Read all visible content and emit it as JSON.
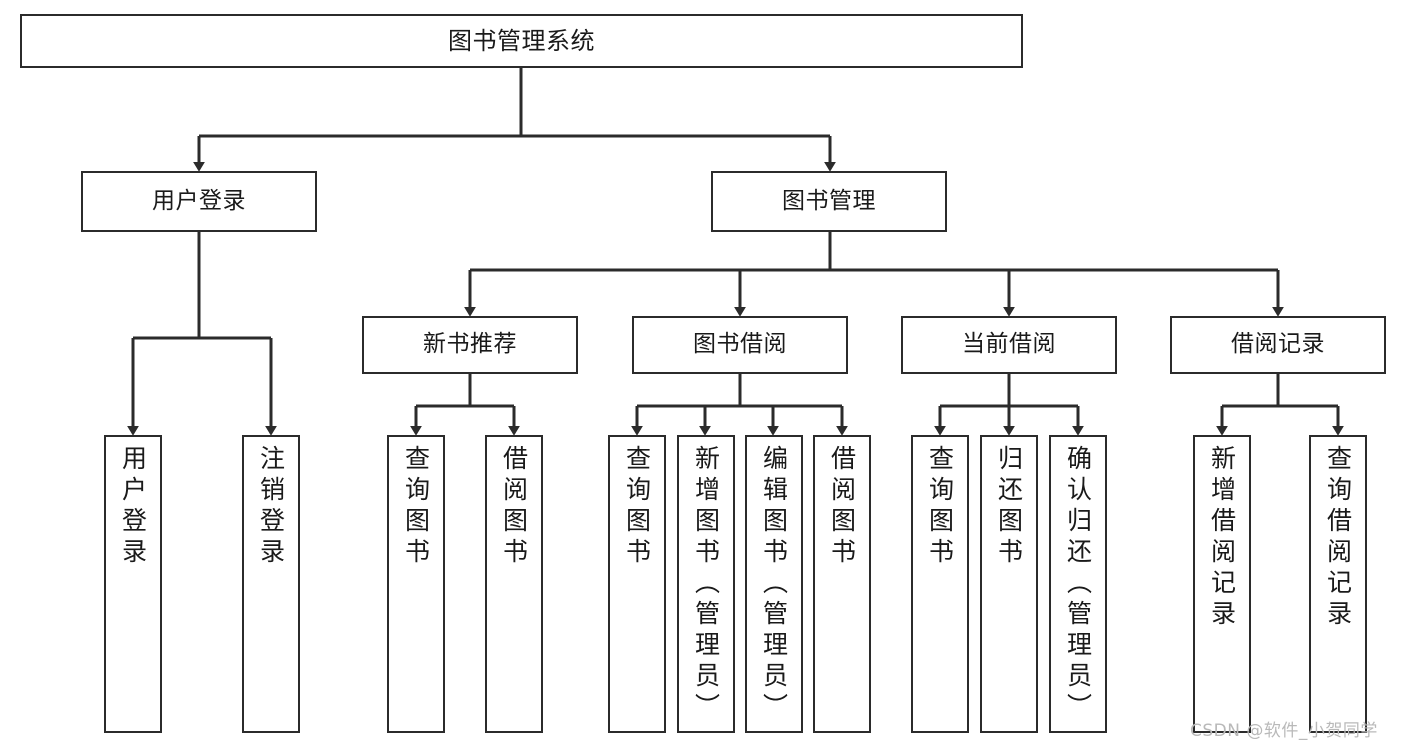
{
  "diagram": {
    "title": "图书管理系统",
    "type": "tree",
    "watermark": "CSDN @软件_小贺同学",
    "colors": {
      "stroke": "#2b2b2b",
      "fill": "#ffffff",
      "text": "#1a1a1a",
      "watermark": "#b9b9b9"
    },
    "levels": {
      "root": "图书管理系统",
      "level2": [
        "用户登录",
        "图书管理"
      ],
      "level3": [
        "新书推荐",
        "图书借阅",
        "当前借阅",
        "借阅记录"
      ]
    },
    "nodes": {
      "root": {
        "label": "图书管理系统"
      },
      "user_login": {
        "label": "用户登录"
      },
      "book_manage": {
        "label": "图书管理"
      },
      "new_book_rec": {
        "label": "新书推荐"
      },
      "book_borrow": {
        "label": "图书借阅"
      },
      "current_borrow": {
        "label": "当前借阅"
      },
      "borrow_record": {
        "label": "借阅记录"
      },
      "leaf_user_login": {
        "label": "用户登录"
      },
      "leaf_user_logout": {
        "label": "注销登录"
      },
      "leaf_rec_query": {
        "label": "查询图书"
      },
      "leaf_rec_borrow": {
        "label": "借阅图书"
      },
      "leaf_borrow_query": {
        "label": "查询图书"
      },
      "leaf_borrow_add": {
        "label": "新增图书（管理员）"
      },
      "leaf_borrow_edit": {
        "label": "编辑图书（管理员）"
      },
      "leaf_borrow_do": {
        "label": "借阅图书"
      },
      "leaf_cur_query": {
        "label": "查询图书"
      },
      "leaf_cur_return": {
        "label": "归还图书"
      },
      "leaf_cur_confirm": {
        "label": "确认归还（管理员）"
      },
      "leaf_rec_add": {
        "label": "新增借阅记录"
      },
      "leaf_rec_search": {
        "label": "查询借阅记录"
      }
    },
    "edges": [
      {
        "from": "root",
        "to": "user_login"
      },
      {
        "from": "root",
        "to": "book_manage"
      },
      {
        "from": "user_login",
        "to": "leaf_user_login"
      },
      {
        "from": "user_login",
        "to": "leaf_user_logout"
      },
      {
        "from": "book_manage",
        "to": "new_book_rec"
      },
      {
        "from": "book_manage",
        "to": "book_borrow"
      },
      {
        "from": "book_manage",
        "to": "current_borrow"
      },
      {
        "from": "book_manage",
        "to": "borrow_record"
      },
      {
        "from": "new_book_rec",
        "to": "leaf_rec_query"
      },
      {
        "from": "new_book_rec",
        "to": "leaf_rec_borrow"
      },
      {
        "from": "book_borrow",
        "to": "leaf_borrow_query"
      },
      {
        "from": "book_borrow",
        "to": "leaf_borrow_add"
      },
      {
        "from": "book_borrow",
        "to": "leaf_borrow_edit"
      },
      {
        "from": "book_borrow",
        "to": "leaf_borrow_do"
      },
      {
        "from": "current_borrow",
        "to": "leaf_cur_query"
      },
      {
        "from": "current_borrow",
        "to": "leaf_cur_return"
      },
      {
        "from": "current_borrow",
        "to": "leaf_cur_confirm"
      },
      {
        "from": "borrow_record",
        "to": "leaf_rec_add"
      },
      {
        "from": "borrow_record",
        "to": "leaf_rec_search"
      }
    ]
  }
}
